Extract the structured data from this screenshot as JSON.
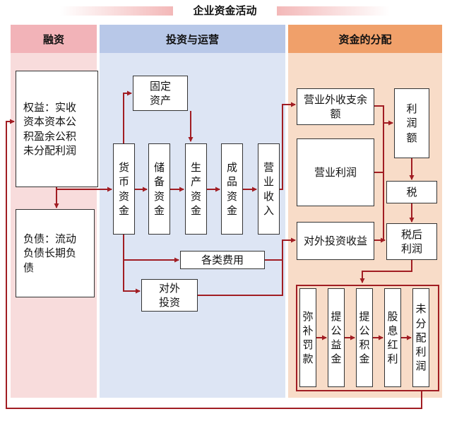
{
  "title": "企业资金活动",
  "sections": {
    "financing": "融资",
    "investment": "投资与运营",
    "distribution": "资金的分配"
  },
  "boxes": {
    "equity": "权益：实收资本资本公积盈余公积未分配利润",
    "liabilities": "负债：流动负债长期负债",
    "fixed_assets": "固定资产",
    "monetary_funds": "货币资金",
    "reserve_funds": "储备资金",
    "production_funds": "生产资金",
    "finished_funds": "成品资金",
    "operating_revenue": "营业收入",
    "various_expenses": "各类费用",
    "external_investment": "对外投资",
    "non_operating": "营业外收支余额",
    "operating_profit": "营业利润",
    "investment_income": "对外投资收益",
    "profit_total": "利润额",
    "tax": "税",
    "after_tax_profit": "税后利润",
    "make_up_fines": "弥补罚款",
    "public_welfare": "提公益金",
    "accumulation_fund": "提公积金",
    "dividends": "股息红利",
    "undistributed": "未分配利润"
  },
  "colors": {
    "arrow": "#a11d23",
    "financing_bg": "#f8dcdc",
    "financing_hdr": "#f2b3b8",
    "investment_bg": "#dde5f4",
    "investment_hdr": "#b8c8e8",
    "distribution_bg": "#f8dcc8",
    "distribution_hdr": "#f0a06a"
  }
}
